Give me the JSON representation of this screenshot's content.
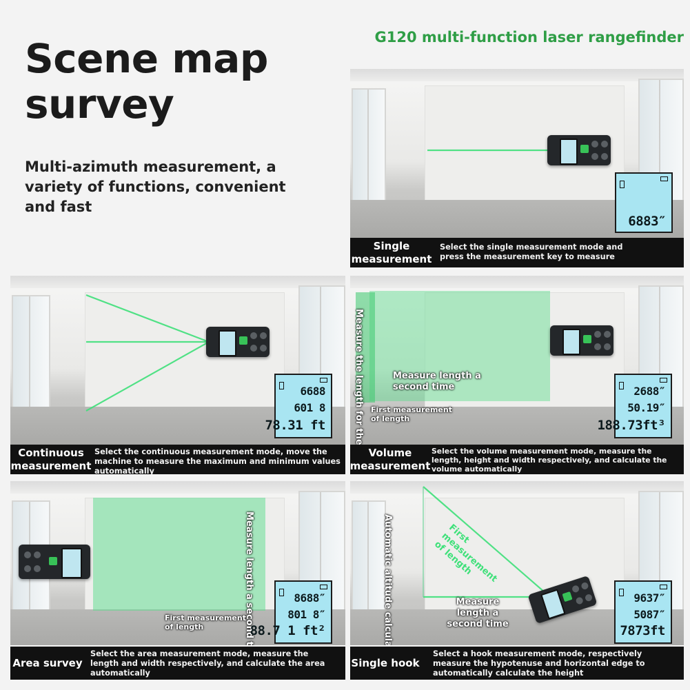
{
  "headline": "Scene map survey",
  "subheadline": "Multi-azimuth measurement, a variety of functions, convenient and fast",
  "product_title": "G120 multi-function laser rangefinder",
  "colors": {
    "accent": "#2f9e46",
    "laser": "#3fe07a",
    "caption_bg": "#111111",
    "lcd": "#a9e5f2"
  },
  "panels": {
    "single": {
      "title": "Single measurement",
      "description": "Select the single measurement mode and press the measurement key to measure",
      "lcd": [
        "6883″"
      ]
    },
    "continuous": {
      "title": "Continuous measurement",
      "description": "Select the continuous measurement mode, move the machine to measure the maximum and minimum values automatically",
      "lcd": [
        "6688",
        "601 8",
        "78.31 ft"
      ]
    },
    "volume": {
      "title": "Volume measurement",
      "description": "Select the volume measurement mode, measure the length, height and width respectively, and calculate the volume automatically",
      "labels": {
        "third": "Measure the length for the third time",
        "second": "Measure length a second time",
        "first": "First measurement of length"
      },
      "lcd": [
        "2688″",
        "50.19″",
        "188.73ft³"
      ]
    },
    "area": {
      "title": "Area survey",
      "description": "Select the area measurement mode, measure the length and width respectively, and calculate the area automatically",
      "labels": {
        "second": "Measure length a second time",
        "first": "First measurement of length"
      },
      "lcd": [
        "8688″",
        "801 8″",
        "88.7 1 ft²"
      ]
    },
    "hook": {
      "title": "Single hook",
      "description": "Select a hook measurement mode, respectively measure the hypotenuse and horizontal edge to automatically calculate the height",
      "labels": {
        "altitude": "Automatic altitude calculation",
        "first": "First measurement of length",
        "second": "Measure length a second time"
      },
      "lcd": [
        "9637″",
        "5087″",
        "7873ft"
      ]
    }
  }
}
